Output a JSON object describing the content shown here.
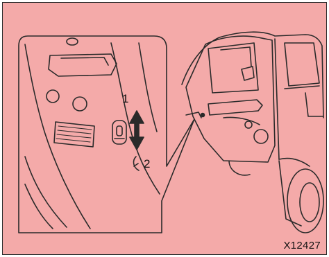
{
  "figure": {
    "callout_1": "1",
    "callout_2": "2",
    "code": "X12427"
  },
  "colors": {
    "background": "#f4aaa9",
    "line": "#2a2a2a"
  },
  "icons": [
    "up-down-arrow-icon",
    "child-lock-lever-icon"
  ]
}
